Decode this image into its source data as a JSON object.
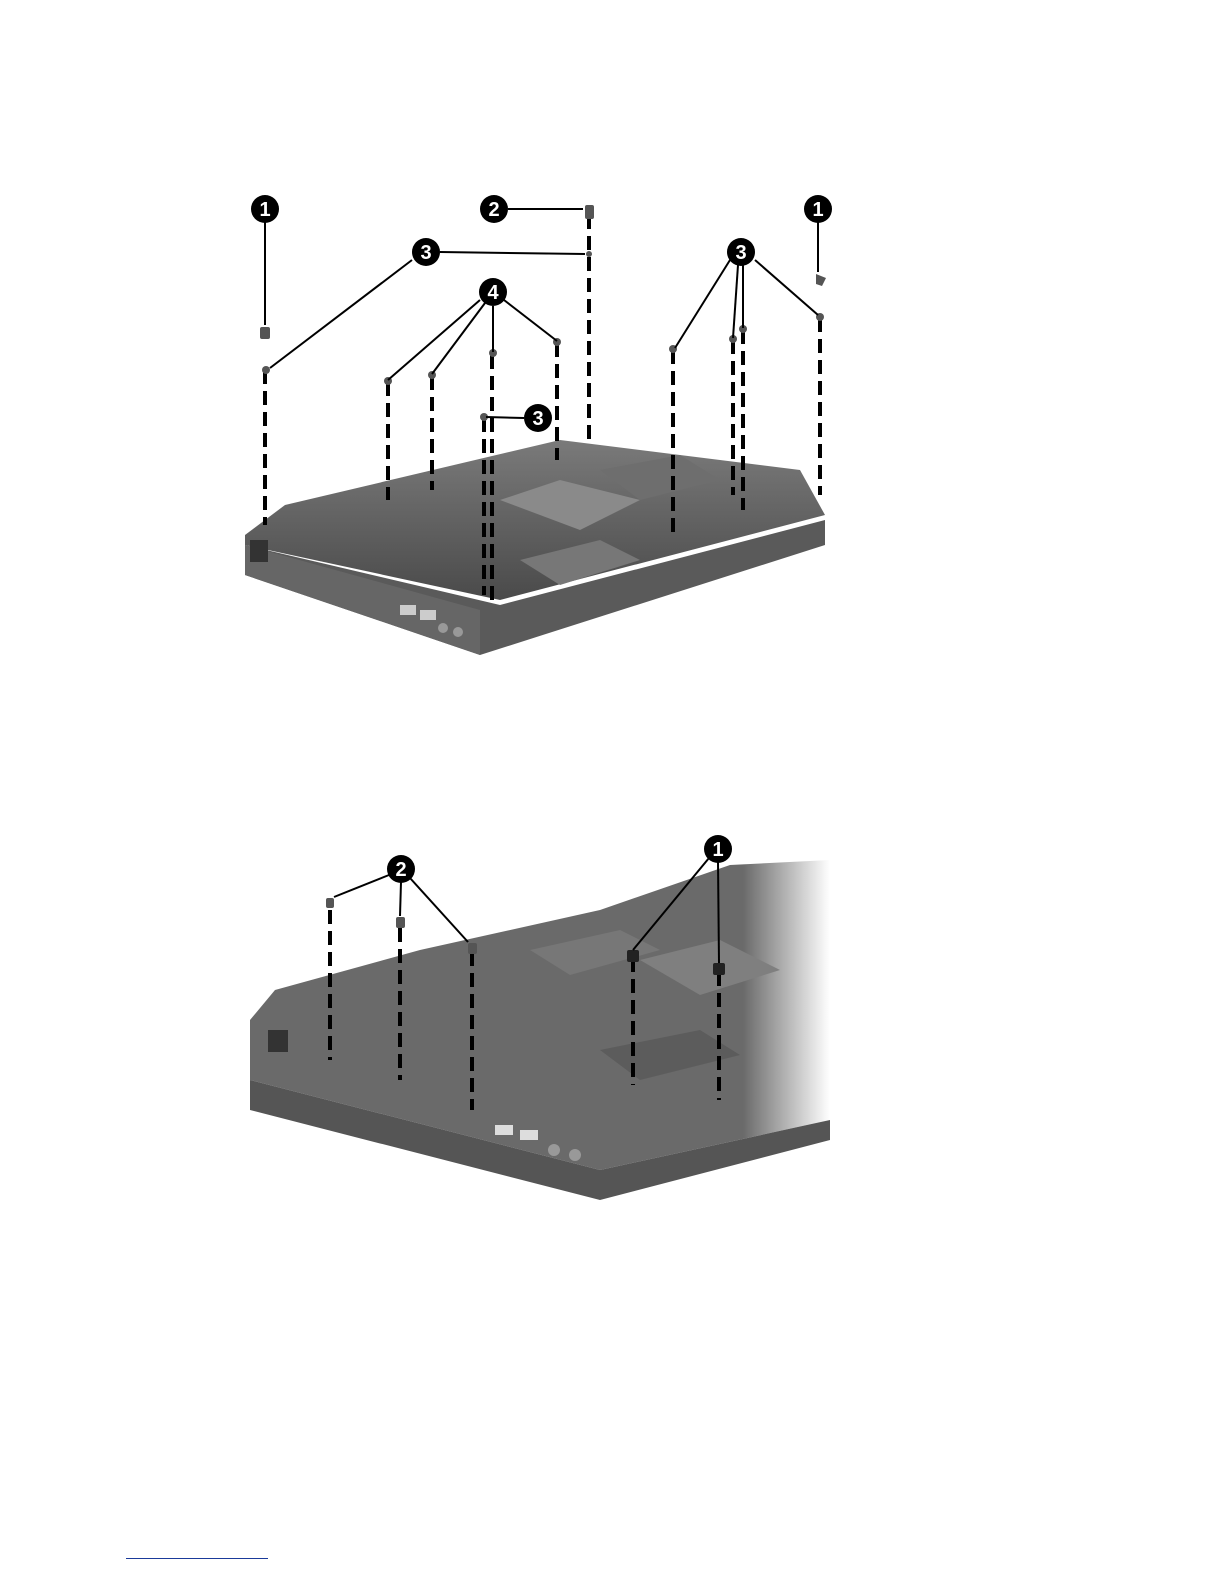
{
  "figures": [
    {
      "id": "fig1",
      "description_hidden": "",
      "callouts": [
        "1",
        "2",
        "1",
        "3",
        "3",
        "4",
        "3"
      ]
    },
    {
      "id": "fig2",
      "callouts": [
        "2",
        "1"
      ]
    }
  ]
}
